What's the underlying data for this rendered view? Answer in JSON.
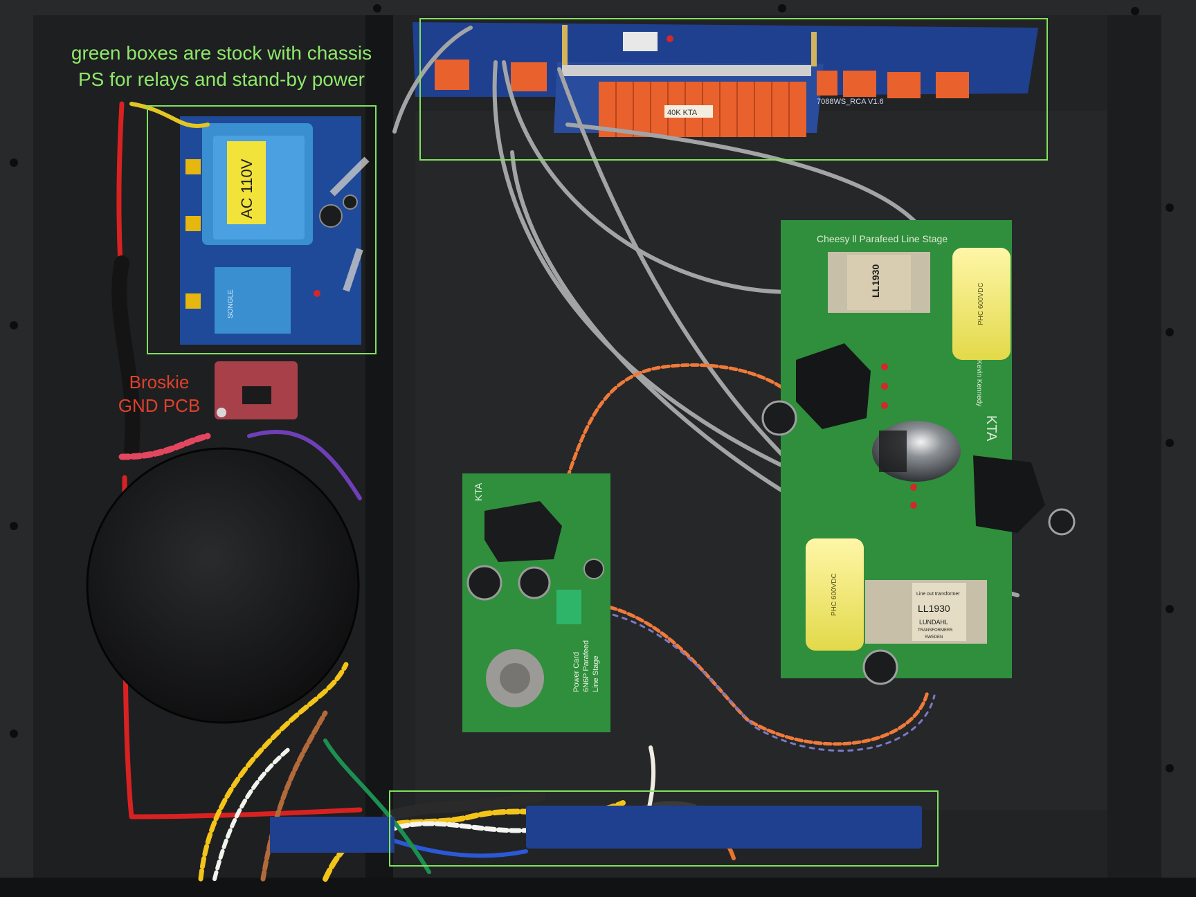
{
  "annotations": {
    "stock_note_line1": "green boxes are stock with chassis",
    "stock_note_line2": "PS for relays and stand-by power",
    "broskie_line1": "Broskie",
    "broskie_line2": "GND PCB"
  },
  "boards": {
    "transformer_label": "AC 110V",
    "psu_relay_brand": "SONGLE",
    "line_stage_title": "Cheesy ll Parafeed Line Stage",
    "line_stage_brand": "KTA",
    "line_stage_designer": "Kevin Kennedy",
    "otx_top_part": "LL1930",
    "otx_bottom_part": "LL1930",
    "otx_bottom_heading": "Line out transformer",
    "otx_bottom_maker": "LUNDAHL",
    "otx_bottom_sub": "TRANSFORMERS",
    "otx_bottom_country": "SWEDEN",
    "cap_top_label": "PHC 600VDC",
    "cap_bottom_label": "PHC 600VDC",
    "power_card_brand": "KTA",
    "power_card_line1": "Power Card",
    "power_card_line2": "6N6P Parafeed",
    "power_card_line3": "Line Stage",
    "relay_board_label": "7088WS_RCA V1.6",
    "tape_label": "40K KTA"
  },
  "colors": {
    "annotation_green": "#8ee86a",
    "annotation_red": "#e0402c",
    "box_green": "#7fe35a",
    "chassis": "#1f2022",
    "pcb_green": "#2f8f3c",
    "pcb_blue": "#1f3f8f",
    "relay_orange": "#e9612c",
    "transformer_blue": "#3a8fd0"
  }
}
